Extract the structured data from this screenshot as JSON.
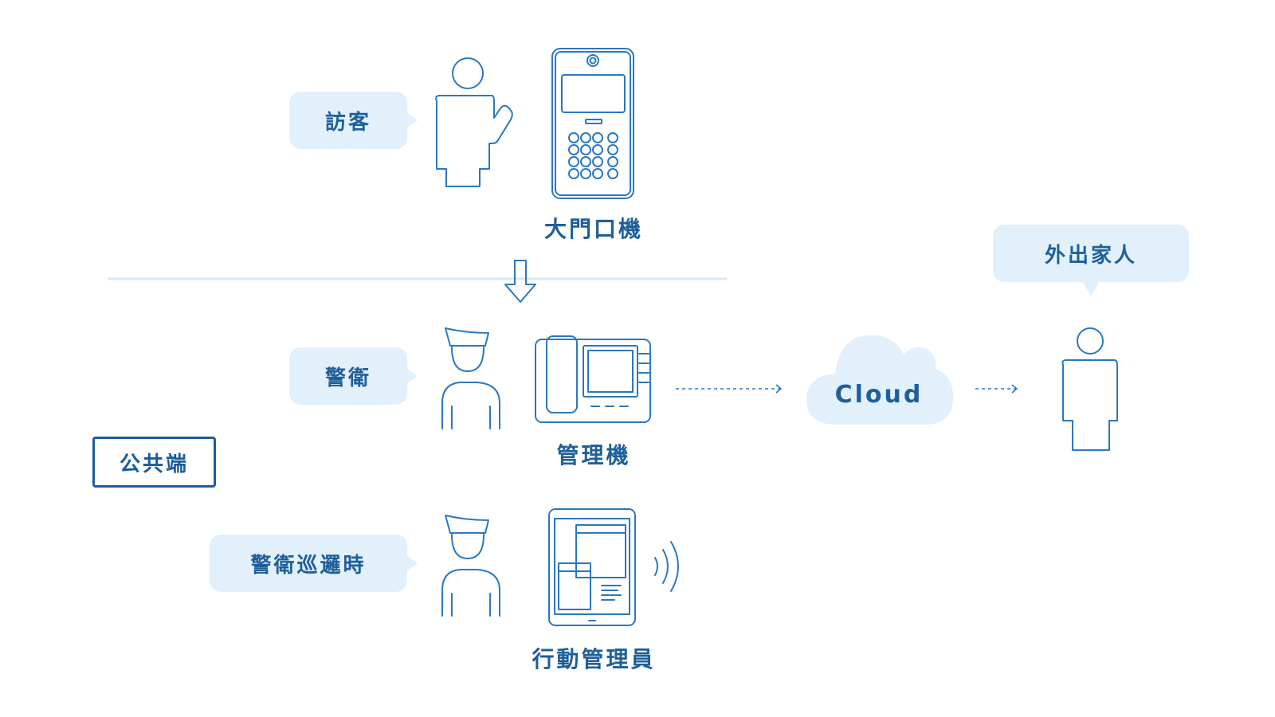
{
  "visitor": {
    "label": "訪客"
  },
  "door_station": {
    "label": "大門口機"
  },
  "guard": {
    "label": "警衛"
  },
  "master_station": {
    "label": "管理機"
  },
  "public_side": {
    "label": "公共端"
  },
  "guard_patrol": {
    "label": "警衛巡邏時"
  },
  "mobile_manager": {
    "label": "行動管理員"
  },
  "cloud": {
    "label": "Cloud"
  },
  "family_away": {
    "label": "外出家人"
  },
  "colors": {
    "line": "#2a78c0",
    "text": "#1f5f99",
    "bubble": "#e1f0fa",
    "divider": "#d7eaf6"
  }
}
